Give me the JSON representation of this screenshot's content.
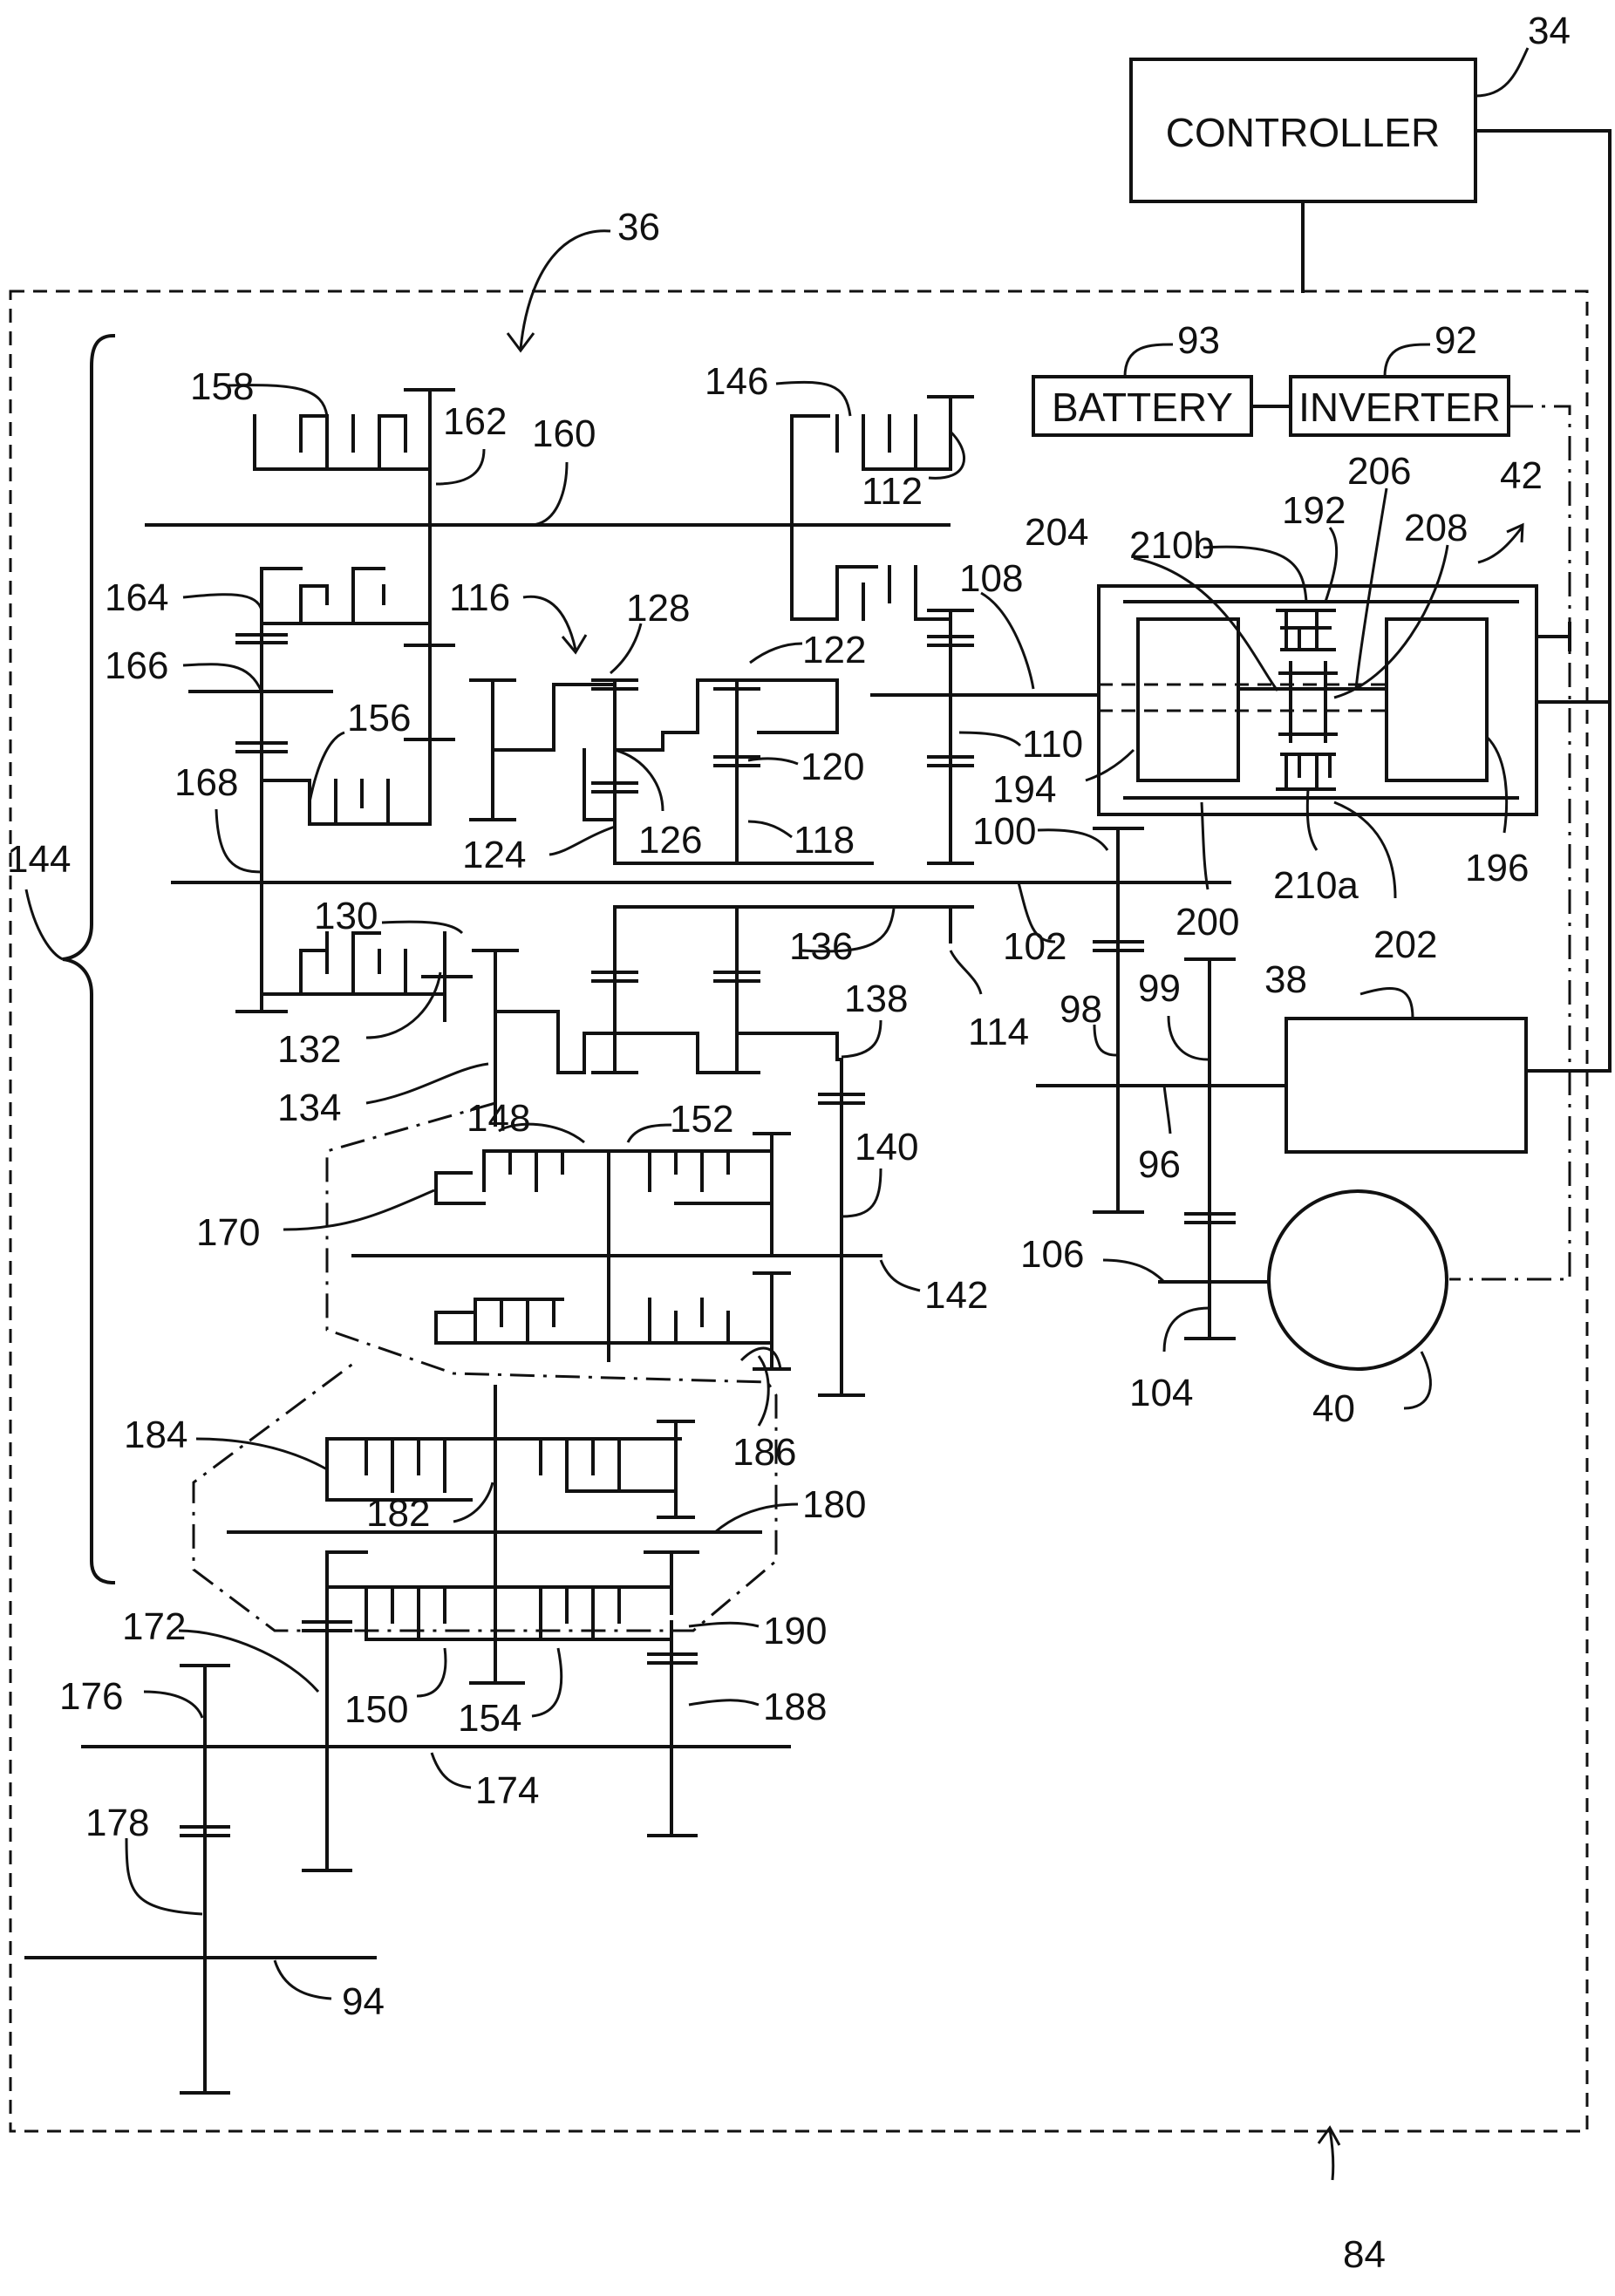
{
  "boxes": {
    "controller": "CONTROLLER",
    "battery": "BATTERY",
    "inverter": "INVERTER"
  },
  "refs": {
    "r34": "34",
    "r36": "36",
    "r38": "38",
    "r40": "40",
    "r42": "42",
    "r84": "84",
    "r92": "92",
    "r93": "93",
    "r94": "94",
    "r96": "96",
    "r98": "98",
    "r99": "99",
    "r100": "100",
    "r102": "102",
    "r104": "104",
    "r106": "106",
    "r108": "108",
    "r110": "110",
    "r112": "112",
    "r114": "114",
    "r116": "116",
    "r118": "118",
    "r120": "120",
    "r122": "122",
    "r124": "124",
    "r126": "126",
    "r128": "128",
    "r130": "130",
    "r132": "132",
    "r134": "134",
    "r136": "136",
    "r138": "138",
    "r140": "140",
    "r142": "142",
    "r144": "144",
    "r146": "146",
    "r148": "148",
    "r150": "150",
    "r152": "152",
    "r154": "154",
    "r156": "156",
    "r158": "158",
    "r160": "160",
    "r162": "162",
    "r164": "164",
    "r166": "166",
    "r168": "168",
    "r170": "170",
    "r172": "172",
    "r174": "174",
    "r176": "176",
    "r178": "178",
    "r180": "180",
    "r182": "182",
    "r184": "184",
    "r186": "186",
    "r188": "188",
    "r190": "190",
    "r192": "192",
    "r194": "194",
    "r196": "196",
    "r200": "200",
    "r202": "202",
    "r204": "204",
    "r206": "206",
    "r208": "208",
    "r210a": "210a",
    "r210b": "210b"
  }
}
